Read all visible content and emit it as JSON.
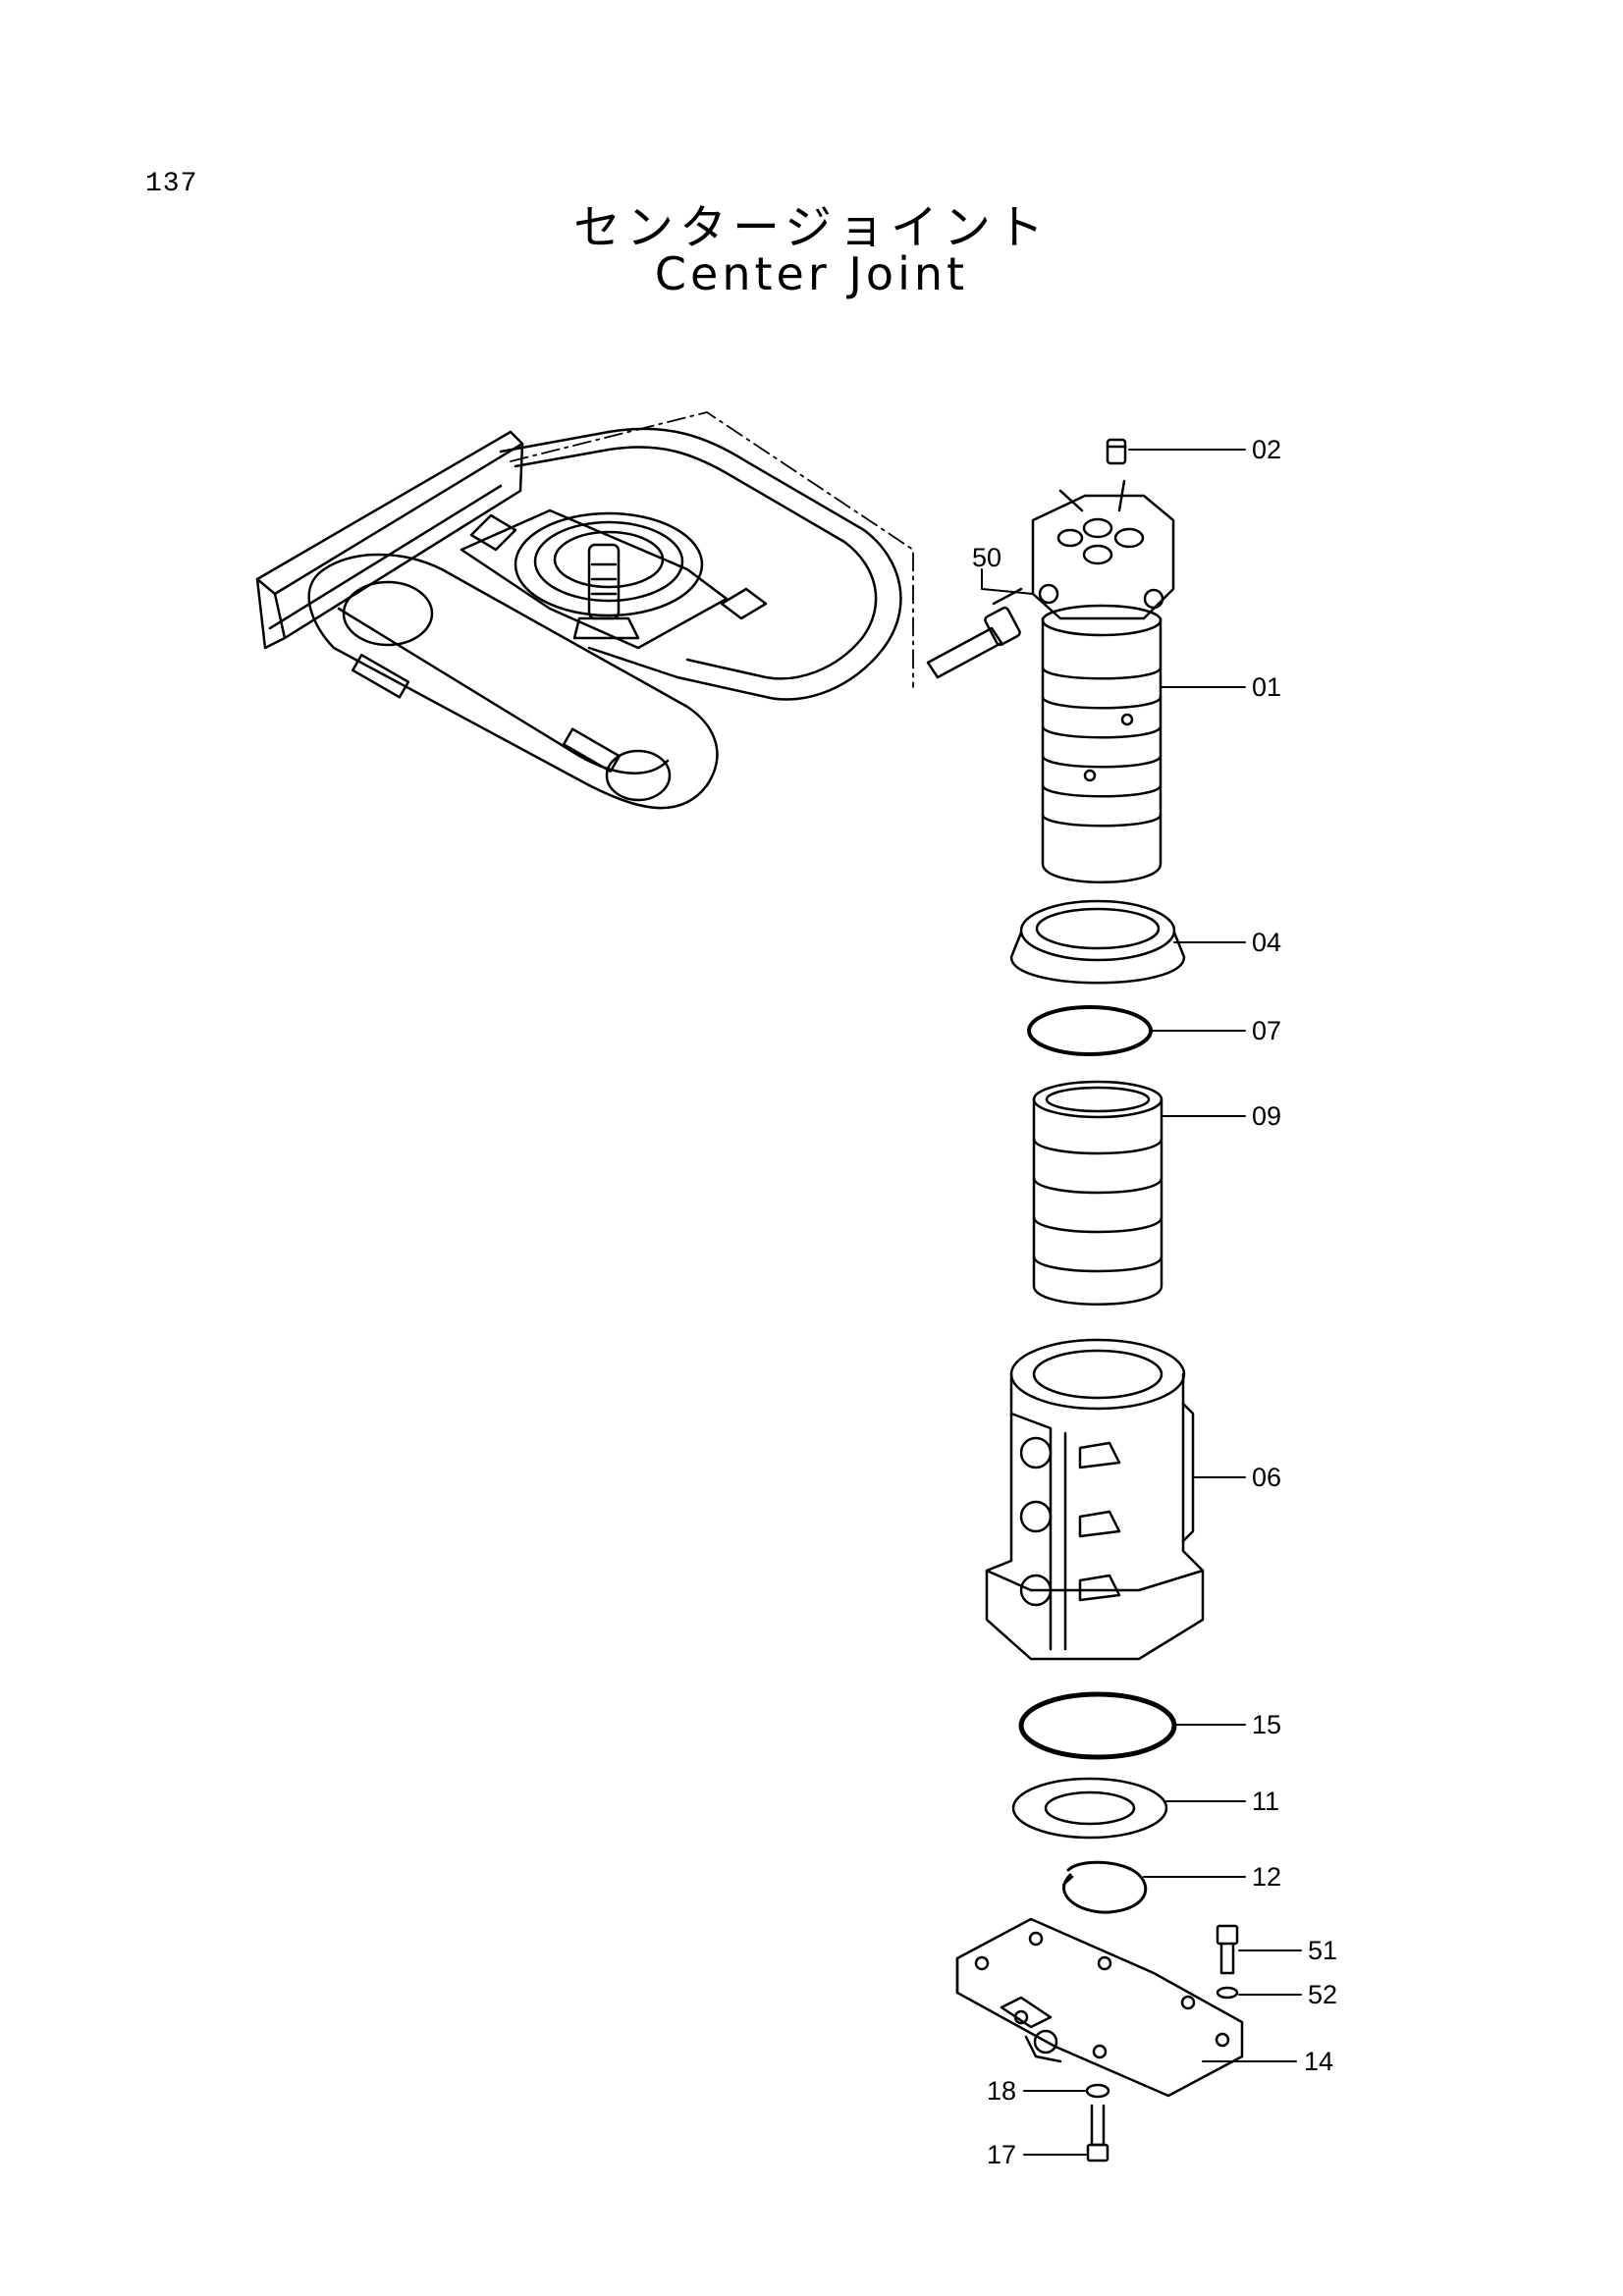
{
  "page_number": "137",
  "title_japanese": "センタージョイント",
  "title_english": "Center Joint",
  "callouts": [
    {
      "id": "c02",
      "label": "02"
    },
    {
      "id": "c50",
      "label": "50"
    },
    {
      "id": "c01",
      "label": "01"
    },
    {
      "id": "c04",
      "label": "04"
    },
    {
      "id": "c07",
      "label": "07"
    },
    {
      "id": "c09",
      "label": "09"
    },
    {
      "id": "c06",
      "label": "06"
    },
    {
      "id": "c15",
      "label": "15"
    },
    {
      "id": "c11",
      "label": "11"
    },
    {
      "id": "c12",
      "label": "12"
    },
    {
      "id": "c51",
      "label": "51"
    },
    {
      "id": "c52",
      "label": "52"
    },
    {
      "id": "c14",
      "label": "14"
    },
    {
      "id": "c18",
      "label": "18"
    },
    {
      "id": "c17",
      "label": "17"
    }
  ]
}
